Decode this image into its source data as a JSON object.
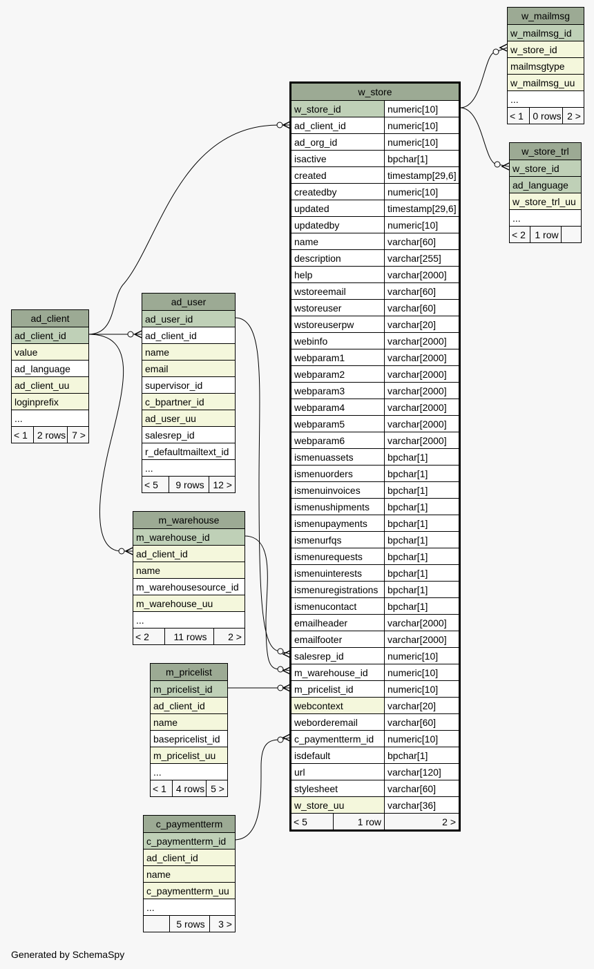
{
  "tables": {
    "w_mailmsg": {
      "name": "w_mailmsg",
      "columns": [
        {
          "name": "w_mailmsg_id",
          "kind": "pk"
        },
        {
          "name": "w_store_id",
          "kind": "fk"
        },
        {
          "name": "mailmsgtype",
          "kind": "fk"
        },
        {
          "name": "w_mailmsg_uu",
          "kind": "fk"
        },
        {
          "name": "...",
          "kind": "plain"
        }
      ],
      "footer": [
        "< 1",
        "0 rows",
        "2 >"
      ]
    },
    "w_store_trl": {
      "name": "w_store_trl",
      "columns": [
        {
          "name": "w_store_id",
          "kind": "pk"
        },
        {
          "name": "ad_language",
          "kind": "pk"
        },
        {
          "name": "w_store_trl_uu",
          "kind": "fk"
        },
        {
          "name": "...",
          "kind": "plain"
        }
      ],
      "footer": [
        "< 2",
        "1 row",
        ""
      ]
    },
    "ad_client": {
      "name": "ad_client",
      "columns": [
        {
          "name": "ad_client_id",
          "kind": "pk"
        },
        {
          "name": "value",
          "kind": "fk"
        },
        {
          "name": "ad_language",
          "kind": "plain"
        },
        {
          "name": "ad_client_uu",
          "kind": "fk"
        },
        {
          "name": "loginprefix",
          "kind": "fk"
        },
        {
          "name": "...",
          "kind": "plain"
        }
      ],
      "footer": [
        "< 1",
        "2 rows",
        "7 >"
      ]
    },
    "ad_user": {
      "name": "ad_user",
      "columns": [
        {
          "name": "ad_user_id",
          "kind": "pk"
        },
        {
          "name": "ad_client_id",
          "kind": "plain"
        },
        {
          "name": "name",
          "kind": "fk"
        },
        {
          "name": "email",
          "kind": "fk"
        },
        {
          "name": "supervisor_id",
          "kind": "plain"
        },
        {
          "name": "c_bpartner_id",
          "kind": "fk"
        },
        {
          "name": "ad_user_uu",
          "kind": "fk"
        },
        {
          "name": "salesrep_id",
          "kind": "plain"
        },
        {
          "name": "r_defaultmailtext_id",
          "kind": "plain"
        },
        {
          "name": "...",
          "kind": "plain"
        }
      ],
      "footer": [
        "< 5",
        "9 rows",
        "12 >"
      ]
    },
    "m_warehouse": {
      "name": "m_warehouse",
      "columns": [
        {
          "name": "m_warehouse_id",
          "kind": "pk"
        },
        {
          "name": "ad_client_id",
          "kind": "fk"
        },
        {
          "name": "name",
          "kind": "fk"
        },
        {
          "name": "m_warehousesource_id",
          "kind": "plain"
        },
        {
          "name": "m_warehouse_uu",
          "kind": "fk"
        },
        {
          "name": "...",
          "kind": "plain"
        }
      ],
      "footer": [
        "< 2",
        "11 rows",
        "2 >"
      ]
    },
    "m_pricelist": {
      "name": "m_pricelist",
      "columns": [
        {
          "name": "m_pricelist_id",
          "kind": "pk"
        },
        {
          "name": "ad_client_id",
          "kind": "fk"
        },
        {
          "name": "name",
          "kind": "fk"
        },
        {
          "name": "basepricelist_id",
          "kind": "plain"
        },
        {
          "name": "m_pricelist_uu",
          "kind": "fk"
        },
        {
          "name": "...",
          "kind": "plain"
        }
      ],
      "footer": [
        "< 1",
        "4 rows",
        "5 >"
      ]
    },
    "c_paymentterm": {
      "name": "c_paymentterm",
      "columns": [
        {
          "name": "c_paymentterm_id",
          "kind": "pk"
        },
        {
          "name": "ad_client_id",
          "kind": "fk"
        },
        {
          "name": "name",
          "kind": "fk"
        },
        {
          "name": "c_paymentterm_uu",
          "kind": "fk"
        },
        {
          "name": "...",
          "kind": "plain"
        }
      ],
      "footer": [
        "",
        "5 rows",
        "3 >"
      ]
    }
  },
  "w_store": {
    "name": "w_store",
    "columns": [
      {
        "name": "w_store_id",
        "type": "numeric[10]",
        "kind": "pk"
      },
      {
        "name": "ad_client_id",
        "type": "numeric[10]",
        "kind": "plain"
      },
      {
        "name": "ad_org_id",
        "type": "numeric[10]",
        "kind": "plain"
      },
      {
        "name": "isactive",
        "type": "bpchar[1]",
        "kind": "plain"
      },
      {
        "name": "created",
        "type": "timestamp[29,6]",
        "kind": "plain"
      },
      {
        "name": "createdby",
        "type": "numeric[10]",
        "kind": "plain"
      },
      {
        "name": "updated",
        "type": "timestamp[29,6]",
        "kind": "plain"
      },
      {
        "name": "updatedby",
        "type": "numeric[10]",
        "kind": "plain"
      },
      {
        "name": "name",
        "type": "varchar[60]",
        "kind": "plain"
      },
      {
        "name": "description",
        "type": "varchar[255]",
        "kind": "plain"
      },
      {
        "name": "help",
        "type": "varchar[2000]",
        "kind": "plain"
      },
      {
        "name": "wstoreemail",
        "type": "varchar[60]",
        "kind": "plain"
      },
      {
        "name": "wstoreuser",
        "type": "varchar[60]",
        "kind": "plain"
      },
      {
        "name": "wstoreuserpw",
        "type": "varchar[20]",
        "kind": "plain"
      },
      {
        "name": "webinfo",
        "type": "varchar[2000]",
        "kind": "plain"
      },
      {
        "name": "webparam1",
        "type": "varchar[2000]",
        "kind": "plain"
      },
      {
        "name": "webparam2",
        "type": "varchar[2000]",
        "kind": "plain"
      },
      {
        "name": "webparam3",
        "type": "varchar[2000]",
        "kind": "plain"
      },
      {
        "name": "webparam4",
        "type": "varchar[2000]",
        "kind": "plain"
      },
      {
        "name": "webparam5",
        "type": "varchar[2000]",
        "kind": "plain"
      },
      {
        "name": "webparam6",
        "type": "varchar[2000]",
        "kind": "plain"
      },
      {
        "name": "ismenuassets",
        "type": "bpchar[1]",
        "kind": "plain"
      },
      {
        "name": "ismenuorders",
        "type": "bpchar[1]",
        "kind": "plain"
      },
      {
        "name": "ismenuinvoices",
        "type": "bpchar[1]",
        "kind": "plain"
      },
      {
        "name": "ismenushipments",
        "type": "bpchar[1]",
        "kind": "plain"
      },
      {
        "name": "ismenupayments",
        "type": "bpchar[1]",
        "kind": "plain"
      },
      {
        "name": "ismenurfqs",
        "type": "bpchar[1]",
        "kind": "plain"
      },
      {
        "name": "ismenurequests",
        "type": "bpchar[1]",
        "kind": "plain"
      },
      {
        "name": "ismenuinterests",
        "type": "bpchar[1]",
        "kind": "plain"
      },
      {
        "name": "ismenuregistrations",
        "type": "bpchar[1]",
        "kind": "plain"
      },
      {
        "name": "ismenucontact",
        "type": "bpchar[1]",
        "kind": "plain"
      },
      {
        "name": "emailheader",
        "type": "varchar[2000]",
        "kind": "plain"
      },
      {
        "name": "emailfooter",
        "type": "varchar[2000]",
        "kind": "plain"
      },
      {
        "name": "salesrep_id",
        "type": "numeric[10]",
        "kind": "plain"
      },
      {
        "name": "m_warehouse_id",
        "type": "numeric[10]",
        "kind": "plain"
      },
      {
        "name": "m_pricelist_id",
        "type": "numeric[10]",
        "kind": "plain"
      },
      {
        "name": "webcontext",
        "type": "varchar[20]",
        "kind": "fk"
      },
      {
        "name": "weborderemail",
        "type": "varchar[60]",
        "kind": "plain"
      },
      {
        "name": "c_paymentterm_id",
        "type": "numeric[10]",
        "kind": "plain"
      },
      {
        "name": "isdefault",
        "type": "bpchar[1]",
        "kind": "plain"
      },
      {
        "name": "url",
        "type": "varchar[120]",
        "kind": "plain"
      },
      {
        "name": "stylesheet",
        "type": "varchar[60]",
        "kind": "plain"
      },
      {
        "name": "w_store_uu",
        "type": "varchar[36]",
        "kind": "fk"
      }
    ],
    "footer": [
      "< 5",
      "1 row",
      "2 >"
    ]
  },
  "footer_text": "Generated by SchemaSpy"
}
